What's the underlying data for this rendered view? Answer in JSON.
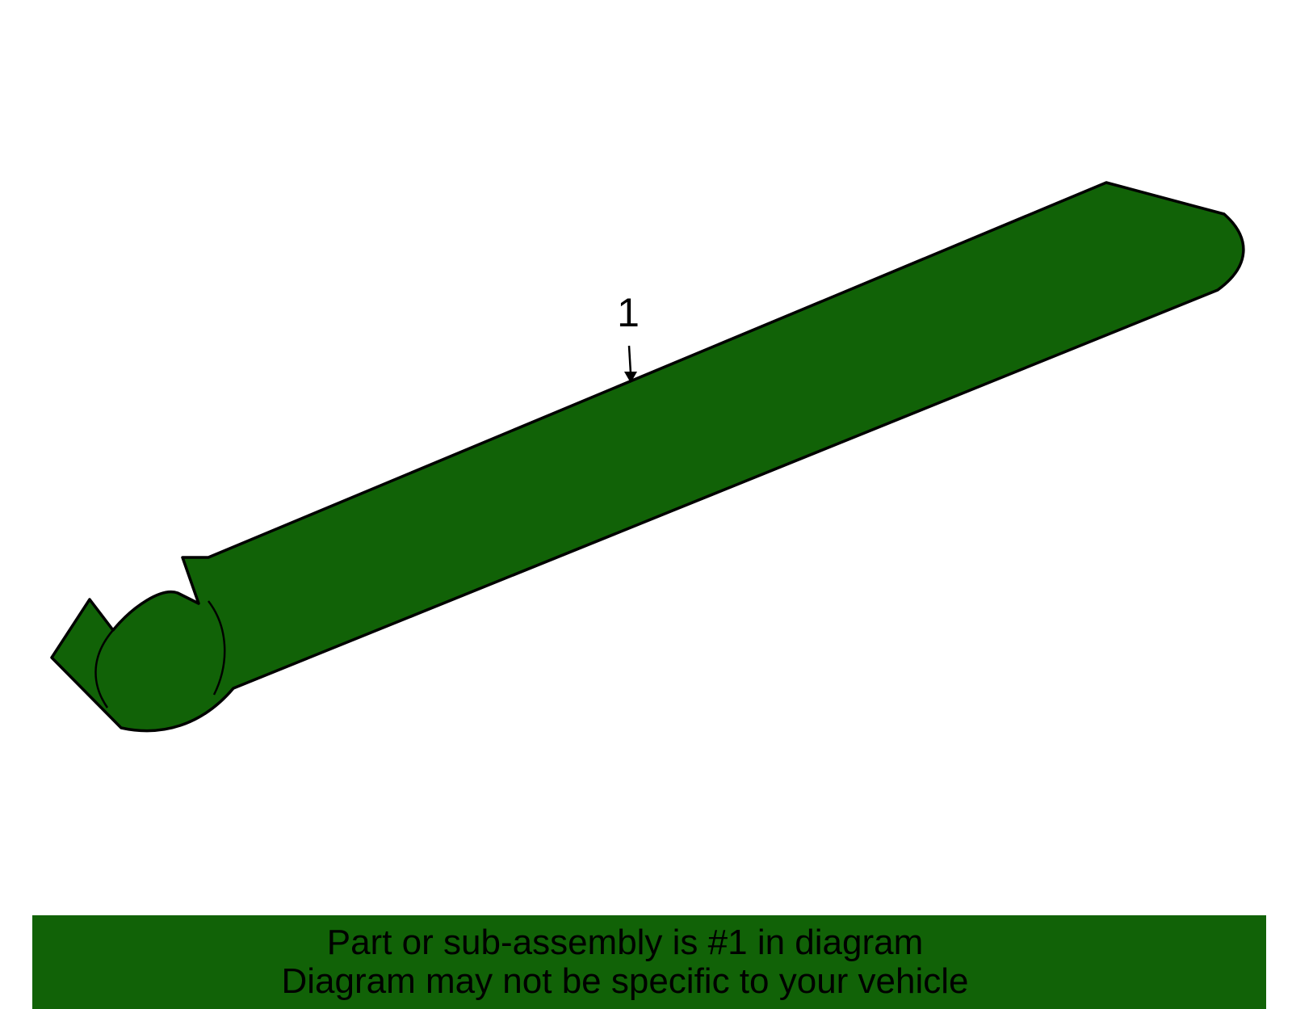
{
  "diagram": {
    "callout_label": "1",
    "part_color": "#116207",
    "outline_color": "#000000",
    "part_icon": "rail-molding-part"
  },
  "banner": {
    "line1": "Part or sub-assembly is #1 in diagram",
    "line2": "Diagram may not be specific to your vehicle",
    "background_color": "#116207"
  }
}
